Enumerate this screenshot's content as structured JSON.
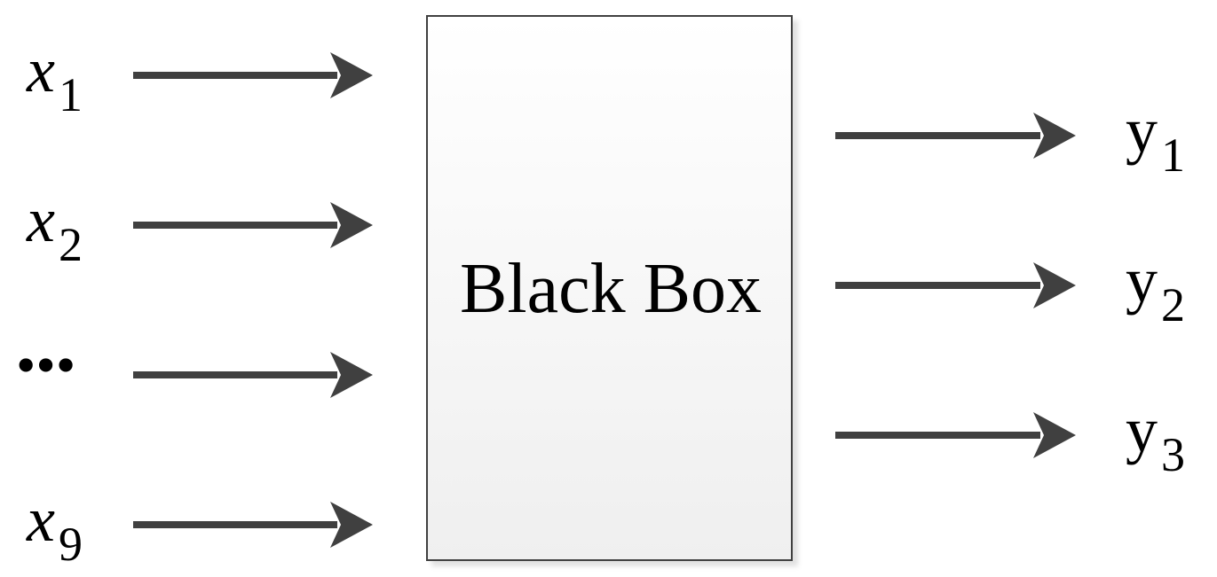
{
  "box": {
    "label": "Black Box",
    "fill_top": "#ffffff",
    "fill_bottom": "#efefef",
    "stroke": "#404040"
  },
  "arrow_color": "#404040",
  "inputs": [
    {
      "base": "x",
      "sub": "1"
    },
    {
      "base": "x",
      "sub": "2"
    },
    {
      "base": "•••",
      "sub": ""
    },
    {
      "base": "x",
      "sub": "9"
    }
  ],
  "outputs": [
    {
      "base": "y",
      "sub": "1"
    },
    {
      "base": "y",
      "sub": "2"
    },
    {
      "base": "y",
      "sub": "3"
    }
  ]
}
